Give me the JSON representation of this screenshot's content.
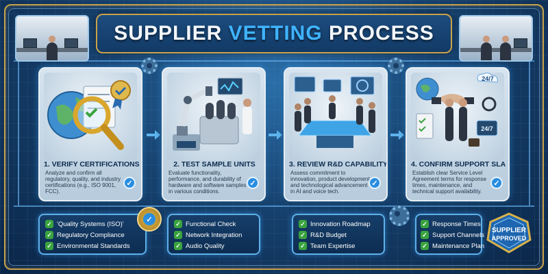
{
  "title": {
    "part1": "SUPPLIER ",
    "highlight": "VETTING",
    "part2": " PROCESS"
  },
  "steps": [
    {
      "title": "1. VERIFY CERTIFICATIONS",
      "desc": "Analyze and confirm all regulatory, quality, and industry certifications (e.g., ISO 9001, FCC).",
      "items": [
        "'Quality Systems (ISO)'",
        "Regulatory Compliance",
        "Environmental Standards"
      ]
    },
    {
      "title": "2. TEST SAMPLE UNITS",
      "desc": "Evaluate functionality, performance, and durability of hardware and software samples in various conditions.",
      "items": [
        "Functional Check",
        "Network Integration",
        "Audio Quality"
      ]
    },
    {
      "title": "3. REVIEW R&D CAPABILITY",
      "desc": "Assess commitment to innovation, product development, and technological advancement in AI and voice tech.",
      "items": [
        "Innovation Roadmap",
        "R&D Budget",
        "Team Expertise"
      ]
    },
    {
      "title": "4. CONFIRM SUPPORT SLA",
      "desc": "Establish clear Service Level Agreement terms for response times, maintenance, and technical support availability.",
      "items": [
        "Response Times",
        "Support Channels",
        "Maintenance Plan"
      ]
    }
  ],
  "seal": {
    "line1": "SUPPLIER",
    "line2": "APPROVED"
  },
  "support_labels": [
    "24/7",
    "24/7"
  ],
  "colors": {
    "accent_blue": "#3fb3ff",
    "gold": "#c9a24a",
    "check_green": "#3aa33f",
    "navy": "#0b2748"
  },
  "icons": [
    "magnifier-icon",
    "globe-icon",
    "certificate-icon",
    "robot-arm-icon",
    "microphone-icon",
    "scientist-icon",
    "team-icon",
    "handshake-icon",
    "headset-icon",
    "gear-icon",
    "check-icon"
  ]
}
